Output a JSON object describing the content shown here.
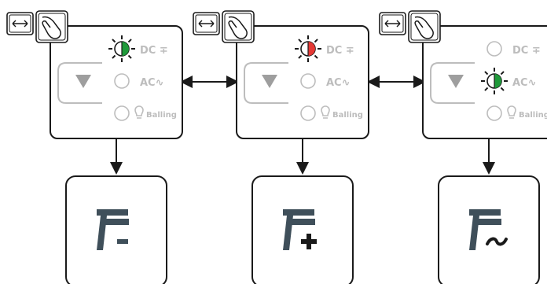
{
  "colors": {
    "panel_border": "#1a1a1a",
    "control_gray": "#bdbdbd",
    "triangle_gray": "#9e9e9e",
    "led_green": "#1f9a3a",
    "led_red": "#e53935",
    "symbol_dark": "#3f4f5a"
  },
  "panels": [
    {
      "dc_label": "DC ∓",
      "ac_label": "AC∿",
      "balling_label": "Balling",
      "active_led": "dc",
      "led_color": "green",
      "result_symbol": "electrode-negative",
      "result_sign": "-"
    },
    {
      "dc_label": "DC ∓",
      "ac_label": "AC∿",
      "balling_label": "Balling",
      "active_led": "dc",
      "led_color": "red",
      "result_symbol": "electrode-positive",
      "result_sign": "+"
    },
    {
      "dc_label": "DC ∓",
      "ac_label": "AC∿",
      "balling_label": "Balling",
      "active_led": "ac",
      "led_color": "green",
      "result_symbol": "electrode-ac",
      "result_sign": "~"
    }
  ]
}
